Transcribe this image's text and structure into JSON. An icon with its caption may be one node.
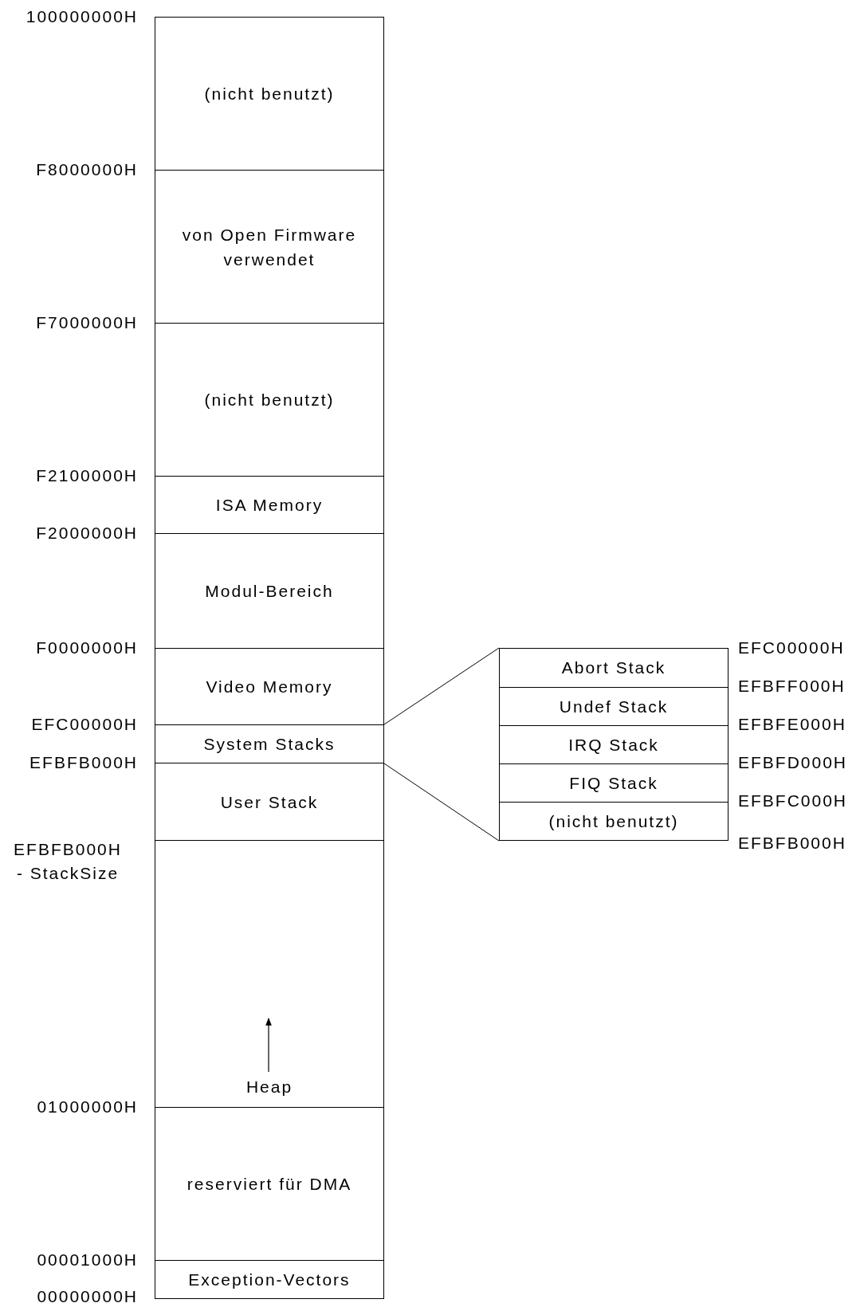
{
  "diagram": {
    "nodes": [
      {
        "text": [
          "(nicht benutzt)"
        ]
      },
      {
        "text": [
          "von Open Firmware verwendet"
        ]
      },
      {
        "text": [
          "(nicht benutzt)"
        ]
      },
      {
        "text": [
          "ISA Memory"
        ]
      },
      {
        "text": [
          "Modul-Bereich"
        ]
      },
      {
        "text": [
          "Video Memory"
        ]
      },
      {
        "text": [
          "System Stacks"
        ]
      },
      {
        "text": [
          "User Stack"
        ]
      },
      {
        "text": [
          "Heap"
        ]
      },
      {
        "text": [
          "reserviert für DMA"
        ]
      },
      {
        "text": [
          "Exception-Vectors"
        ]
      },
      {
        "text": [],
        "shape": "box"
      },
      {
        "text": [
          "Abort Stack"
        ],
        "in": 11
      },
      {
        "text": [
          "Undef Stack"
        ],
        "in": 11
      },
      {
        "text": [
          "IRQ Stack"
        ],
        "in": 11
      },
      {
        "text": [
          "FIQ Stack"
        ],
        "in": 11
      },
      {
        "text": [
          "(nicht benutzt)"
        ],
        "in": 11
      }
    ],
    "edges": [
      {
        "from": 6,
        "to": 11,
        "arrow": "none"
      },
      {
        "from": 6,
        "to": 11,
        "arrow": "none"
      }
    ],
    "labels": [
      "100000000H",
      "F8000000H",
      "F7000000H",
      "F2100000H",
      "F2000000H",
      "F0000000H",
      "EFC00000H",
      "EFBFB000H",
      "EFBFB000H - StackSize",
      "01000000H",
      "00001000H",
      "00000000H",
      "EFC00000H",
      "EFBFF000H",
      "EFBFE000H",
      "EFBFD000H",
      "EFBFC000H",
      "EFBFB000H"
    ]
  }
}
